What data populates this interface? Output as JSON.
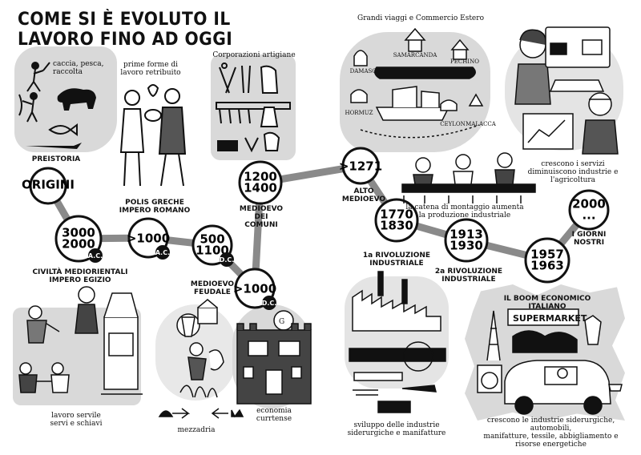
{
  "title": "COME SI È EVOLUTO IL LAVORO FINO AD OGGI",
  "colors": {
    "ink": "#111111",
    "line": "#8a8a8a",
    "panel": "#d9d9d9"
  },
  "nodes": [
    {
      "id": "origini",
      "label_lines": [
        "ORIGINI"
      ]
    },
    {
      "id": "n3000",
      "label_lines": [
        "3000",
        "2000"
      ],
      "tag": "A.C."
    },
    {
      "id": "n1000ac",
      "label_lines": [
        ">1000"
      ],
      "tag": "A.C."
    },
    {
      "id": "n500",
      "label_lines": [
        "500",
        "1100"
      ],
      "tag": "D.C."
    },
    {
      "id": "n1000dc",
      "label_lines": [
        ">1000"
      ],
      "tag": "D.C."
    },
    {
      "id": "n1200",
      "label_lines": [
        "1200",
        "1400"
      ]
    },
    {
      "id": "n1271",
      "label_lines": [
        ">1271"
      ]
    },
    {
      "id": "n1770",
      "label_lines": [
        "1770",
        "1830"
      ]
    },
    {
      "id": "n1913",
      "label_lines": [
        "1913",
        "1930"
      ]
    },
    {
      "id": "n1957",
      "label_lines": [
        "1957",
        "1963"
      ]
    },
    {
      "id": "n2000",
      "label_lines": [
        "2000",
        "..."
      ]
    }
  ],
  "labels": {
    "caccia": "caccia, pesca,\nraccolta",
    "preistoria": "PREISTORIA",
    "prime_forme": "prime forme di\nlavoro retribuito",
    "polis": "POLIS GRECHE\nIMPERO ROMANO",
    "corporazioni": "Corporazioni artigiane",
    "medioevo_comuni": "MEDIOEVO\nDEI COMUNI",
    "grandi_viaggi": "Grandi viaggi e Commercio Estero",
    "alto_medioevo": "ALTO\nMEDIOEVO",
    "catena": "la catena di montaggio aumenta\nla produzione industriale",
    "servizi": "crescono i servizi\ndiminuiscono industrie e\nl'agricoltura",
    "giorni_nostri": "I GIORNI\nNOSTRI",
    "civilta": "CIVILTÀ MEDIORIENTALI\nIMPERO EGIZIO",
    "medioevo_feudale": "MEDIOEVO\nFEUDALE",
    "prima_rivoluzione": "1a RIVOLUZIONE\nINDUSTRIALE",
    "seconda_rivoluzione": "2a RIVOLUZIONE\nINDUSTRIALE",
    "boom": "IL BOOM ECONOMICO ITALIANO",
    "lavoro_servile": "lavoro servile\nservi e schiavi",
    "mezzadria": "mezzadria",
    "economia": "economia\ncurrtense",
    "sviluppo": "sviluppo delle industrie\nsiderurgiche e manifatture",
    "crescono": "crescono le industrie siderurgiche, automobili,\nmanifatture, tessile, abbigliamento e\nrisorse energetiche"
  },
  "places": [
    "DAMASCO",
    "SAMARCANDA",
    "PECHINO",
    "HORMUZ",
    "CEYLON",
    "MALACCA"
  ],
  "supermarket": "SUPERMARKET"
}
